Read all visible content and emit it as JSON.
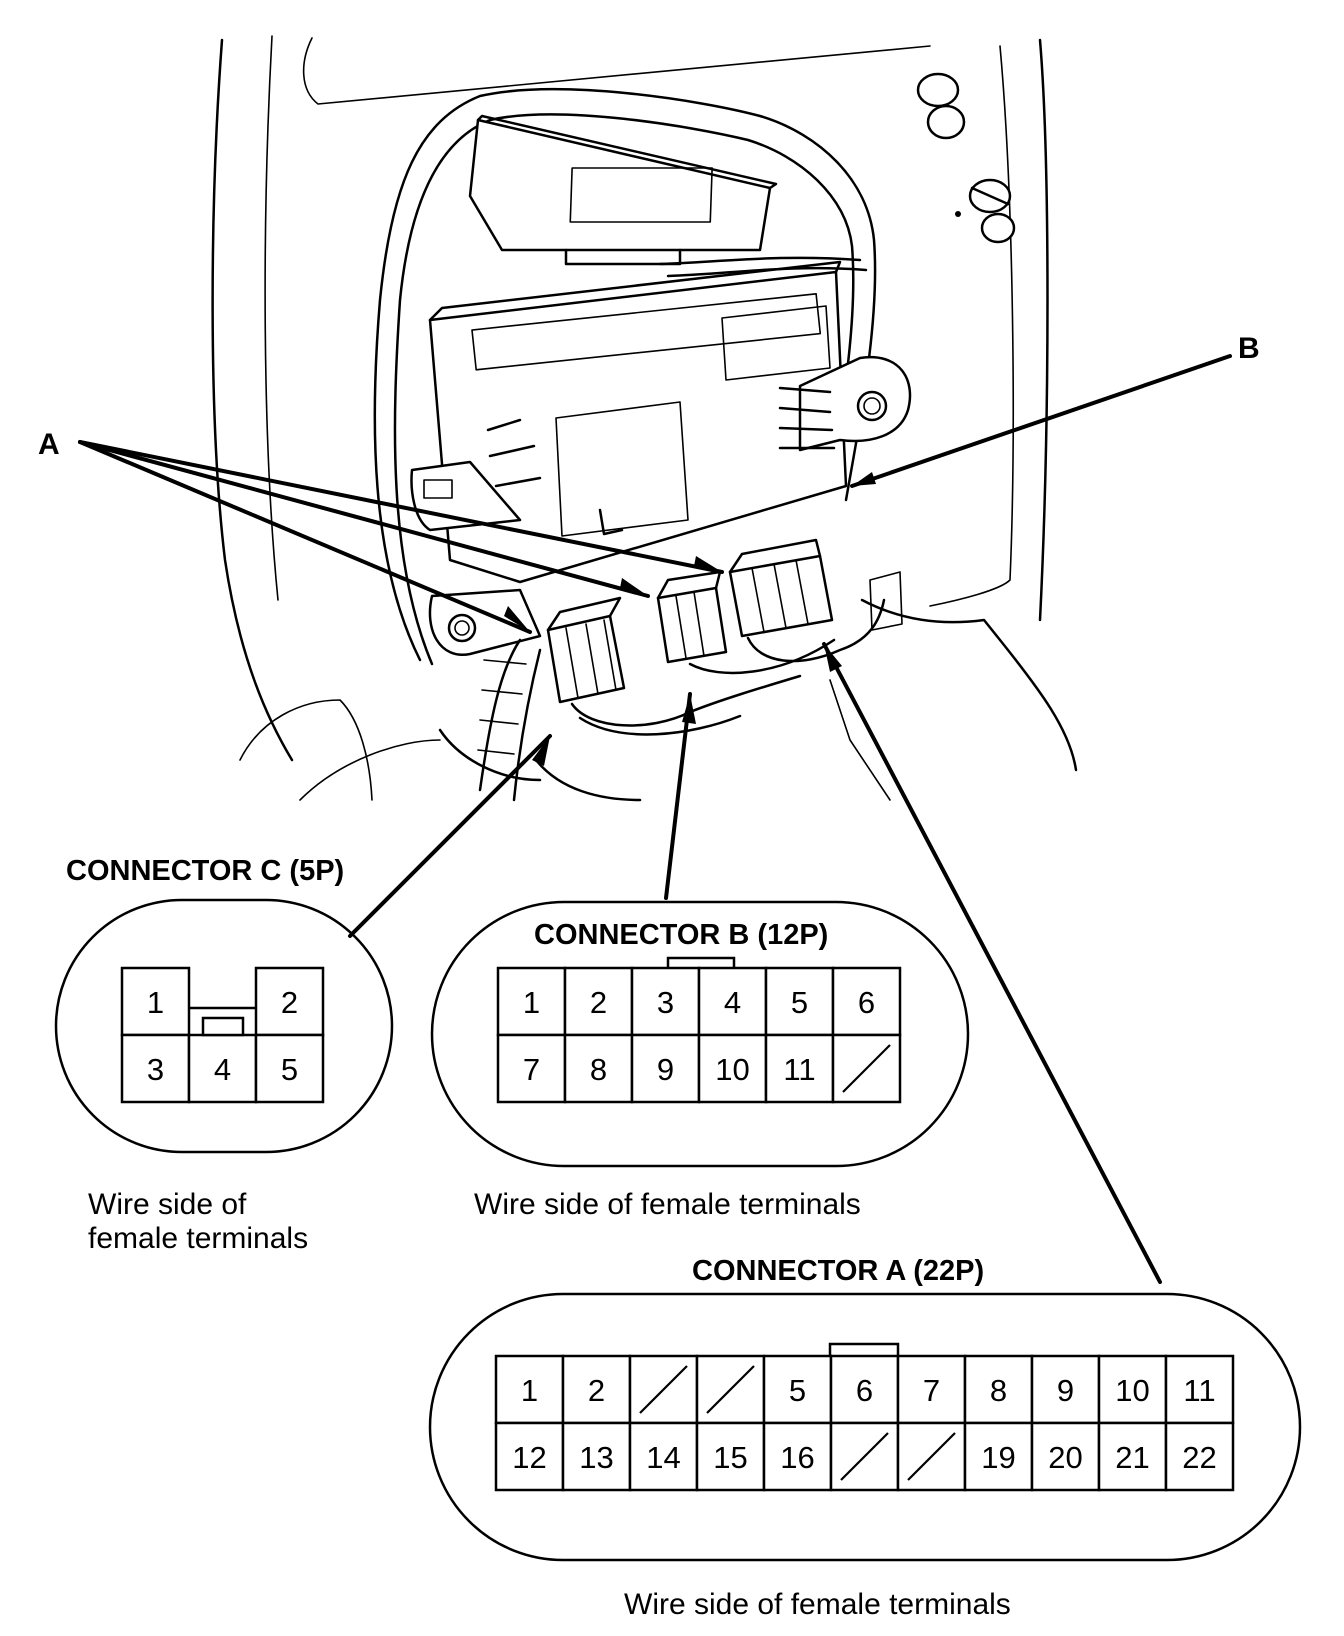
{
  "callouts": {
    "a": "A",
    "b": "B"
  },
  "connectors": [
    {
      "id": "c",
      "title": "CONNECTOR C (5P)",
      "caption": [
        "Wire side of",
        "female terminals"
      ],
      "cells": [
        {
          "row": 0,
          "col": 0,
          "label": "1"
        },
        {
          "row": 0,
          "col": 2,
          "label": "2"
        },
        {
          "row": 1,
          "col": 0,
          "label": "3"
        },
        {
          "row": 1,
          "col": 1,
          "label": "4"
        },
        {
          "row": 1,
          "col": 2,
          "label": "5"
        }
      ]
    },
    {
      "id": "b",
      "title": "CONNECTOR B (12P)",
      "caption": [
        "Wire side of female terminals"
      ],
      "rows": [
        [
          "1",
          "2",
          "3",
          "4",
          "5",
          "6"
        ],
        [
          "7",
          "8",
          "9",
          "10",
          "11",
          null
        ]
      ]
    },
    {
      "id": "a",
      "title": "CONNECTOR A (22P)",
      "caption": [
        "Wire side of female terminals"
      ],
      "rows": [
        [
          "1",
          "2",
          null,
          null,
          "5",
          "6",
          "7",
          "8",
          "9",
          "10",
          "11"
        ],
        [
          "12",
          "13",
          "14",
          "15",
          "16",
          null,
          null,
          "19",
          "20",
          "21",
          "22"
        ]
      ]
    }
  ]
}
